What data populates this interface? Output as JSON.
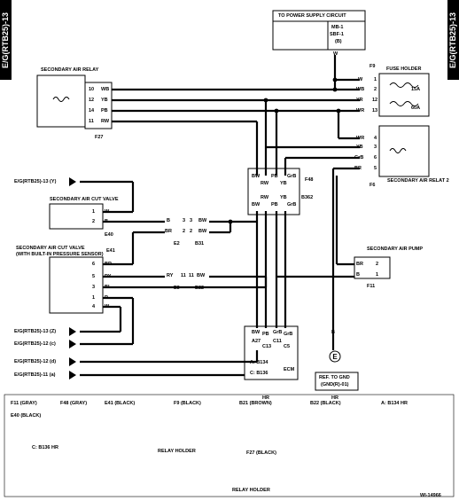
{
  "page_code": "E/G(RTB25)-13",
  "figure_id": "WI-14966",
  "power_box": {
    "title": "TO POWER SUPPLY CIRCUIT",
    "mb": "MB-1",
    "sbf": "SBF-1",
    "sbf_sub": "(B)"
  },
  "fuse_holder": {
    "label": "FUSE HOLDER",
    "conn": "F9",
    "fuse1": "15A",
    "fuse2": "60A",
    "pins": [
      {
        "wire": "W",
        "pin": "1"
      },
      {
        "wire": "WB",
        "pin": "2"
      },
      {
        "wire": "YR",
        "pin": "12"
      },
      {
        "wire": "WR",
        "pin": "13"
      }
    ]
  },
  "relay1": {
    "label": "SECONDARY AIR RELAY",
    "conn": "F27",
    "pins": [
      {
        "pin": "10",
        "wire": "WB"
      },
      {
        "pin": "12",
        "wire": "YB"
      },
      {
        "pin": "14",
        "wire": "PB"
      },
      {
        "pin": "11",
        "wire": "RW"
      }
    ]
  },
  "relay2": {
    "label": "SECONDARY AIR RELAT 2",
    "conn": "F6",
    "pins": [
      {
        "wire": "WR",
        "pin": "4"
      },
      {
        "wire": "YB",
        "pin": "3"
      },
      {
        "wire": "GrB",
        "pin": "6"
      },
      {
        "wire": "BR",
        "pin": "5"
      }
    ]
  },
  "f48": {
    "conn": "F48",
    "conn2": "B362",
    "top": [
      "BW",
      "RW",
      "PB",
      "YB",
      "GrB"
    ],
    "bottom": [
      "BW",
      "RW",
      "PB",
      "YB",
      "GrB"
    ]
  },
  "ecm": {
    "label": "ECM",
    "conn_a": "A: B134",
    "conn_c": "C: B136",
    "pins": [
      "A27",
      "C13",
      "C11",
      "C5"
    ],
    "wires": [
      "BW",
      "PB",
      "GrB",
      "GrB"
    ]
  },
  "cut_valve": {
    "label": "SECONDARY AIR CUT VALVE",
    "conn": "E40",
    "ref": "E/G(RTB25)-13",
    "pins": [
      {
        "pin": "1",
        "wire": "W"
      },
      {
        "pin": "2",
        "wire": "B"
      }
    ]
  },
  "cut_valve_sensor": {
    "label1": "SECONDARY AIR CUT VALVE",
    "label2": "(WITH BUILT-IN PRESSURE SENSOR)",
    "conn": "E41",
    "pins": [
      {
        "pin": "6",
        "wire": "BR"
      },
      {
        "pin": "5",
        "wire": "RY"
      },
      {
        "pin": "3",
        "wire": "BL"
      },
      {
        "pin": "1",
        "wire": "R"
      },
      {
        "pin": "4",
        "wire": "W"
      }
    ]
  },
  "joint_e2": {
    "conn_left": "E2",
    "conn_right": "B31",
    "rows": [
      {
        "wl": "B",
        "p1": "3",
        "p2": "3",
        "wr": "BW"
      },
      {
        "wl": "BR",
        "p1": "2",
        "p2": "2",
        "wr": "BW"
      }
    ]
  },
  "joint_e3": {
    "conn_left": "E3",
    "conn_right": "B22",
    "rows": [
      {
        "wl": "RY",
        "p1": "11",
        "p2": "11",
        "wr": "BW"
      }
    ]
  },
  "refs": [
    {
      "letter": "Y",
      "text": "E/G(RTB25)-13"
    },
    {
      "letter": "Z",
      "text": "E/G(RTB25)-13"
    },
    {
      "letter": "c",
      "text": "E/G(RTB25)-12"
    },
    {
      "letter": "d",
      "text": "E/G(RTB25)-12"
    },
    {
      "letter": "a",
      "text": "E/G(RTB25)-11"
    }
  ],
  "pump": {
    "label": "SECONDARY AIR PUMP",
    "conn": "F11",
    "pins": [
      {
        "wire": "BR",
        "pin": "2"
      },
      {
        "wire": "B",
        "pin": "1"
      }
    ]
  },
  "ground": {
    "wire": "B",
    "ref1": "REF. TO GND",
    "ref2": "(GND(R)-01)"
  },
  "connectors": {
    "f11": "F11 (GRAY)",
    "e40": "E40 (BLACK)",
    "f48": "F48 (GRAY)",
    "e41": "E41 (BLACK)",
    "f9": "F9 (BLACK)",
    "b21": "B21 (BROWN)",
    "b21_hr": "HR",
    "b22": "B22 (BLACK)",
    "b22_hr": "HR",
    "b134_prefix": "A:",
    "b134": "B134",
    "b134_hr": "HR",
    "b136_prefix": "C:",
    "b136": "B136",
    "b136_hr": "HR",
    "f27": "F27 (BLACK)",
    "relay_holder1": "RELAY HOLDER",
    "relay_holder2": "RELAY HOLDER"
  }
}
